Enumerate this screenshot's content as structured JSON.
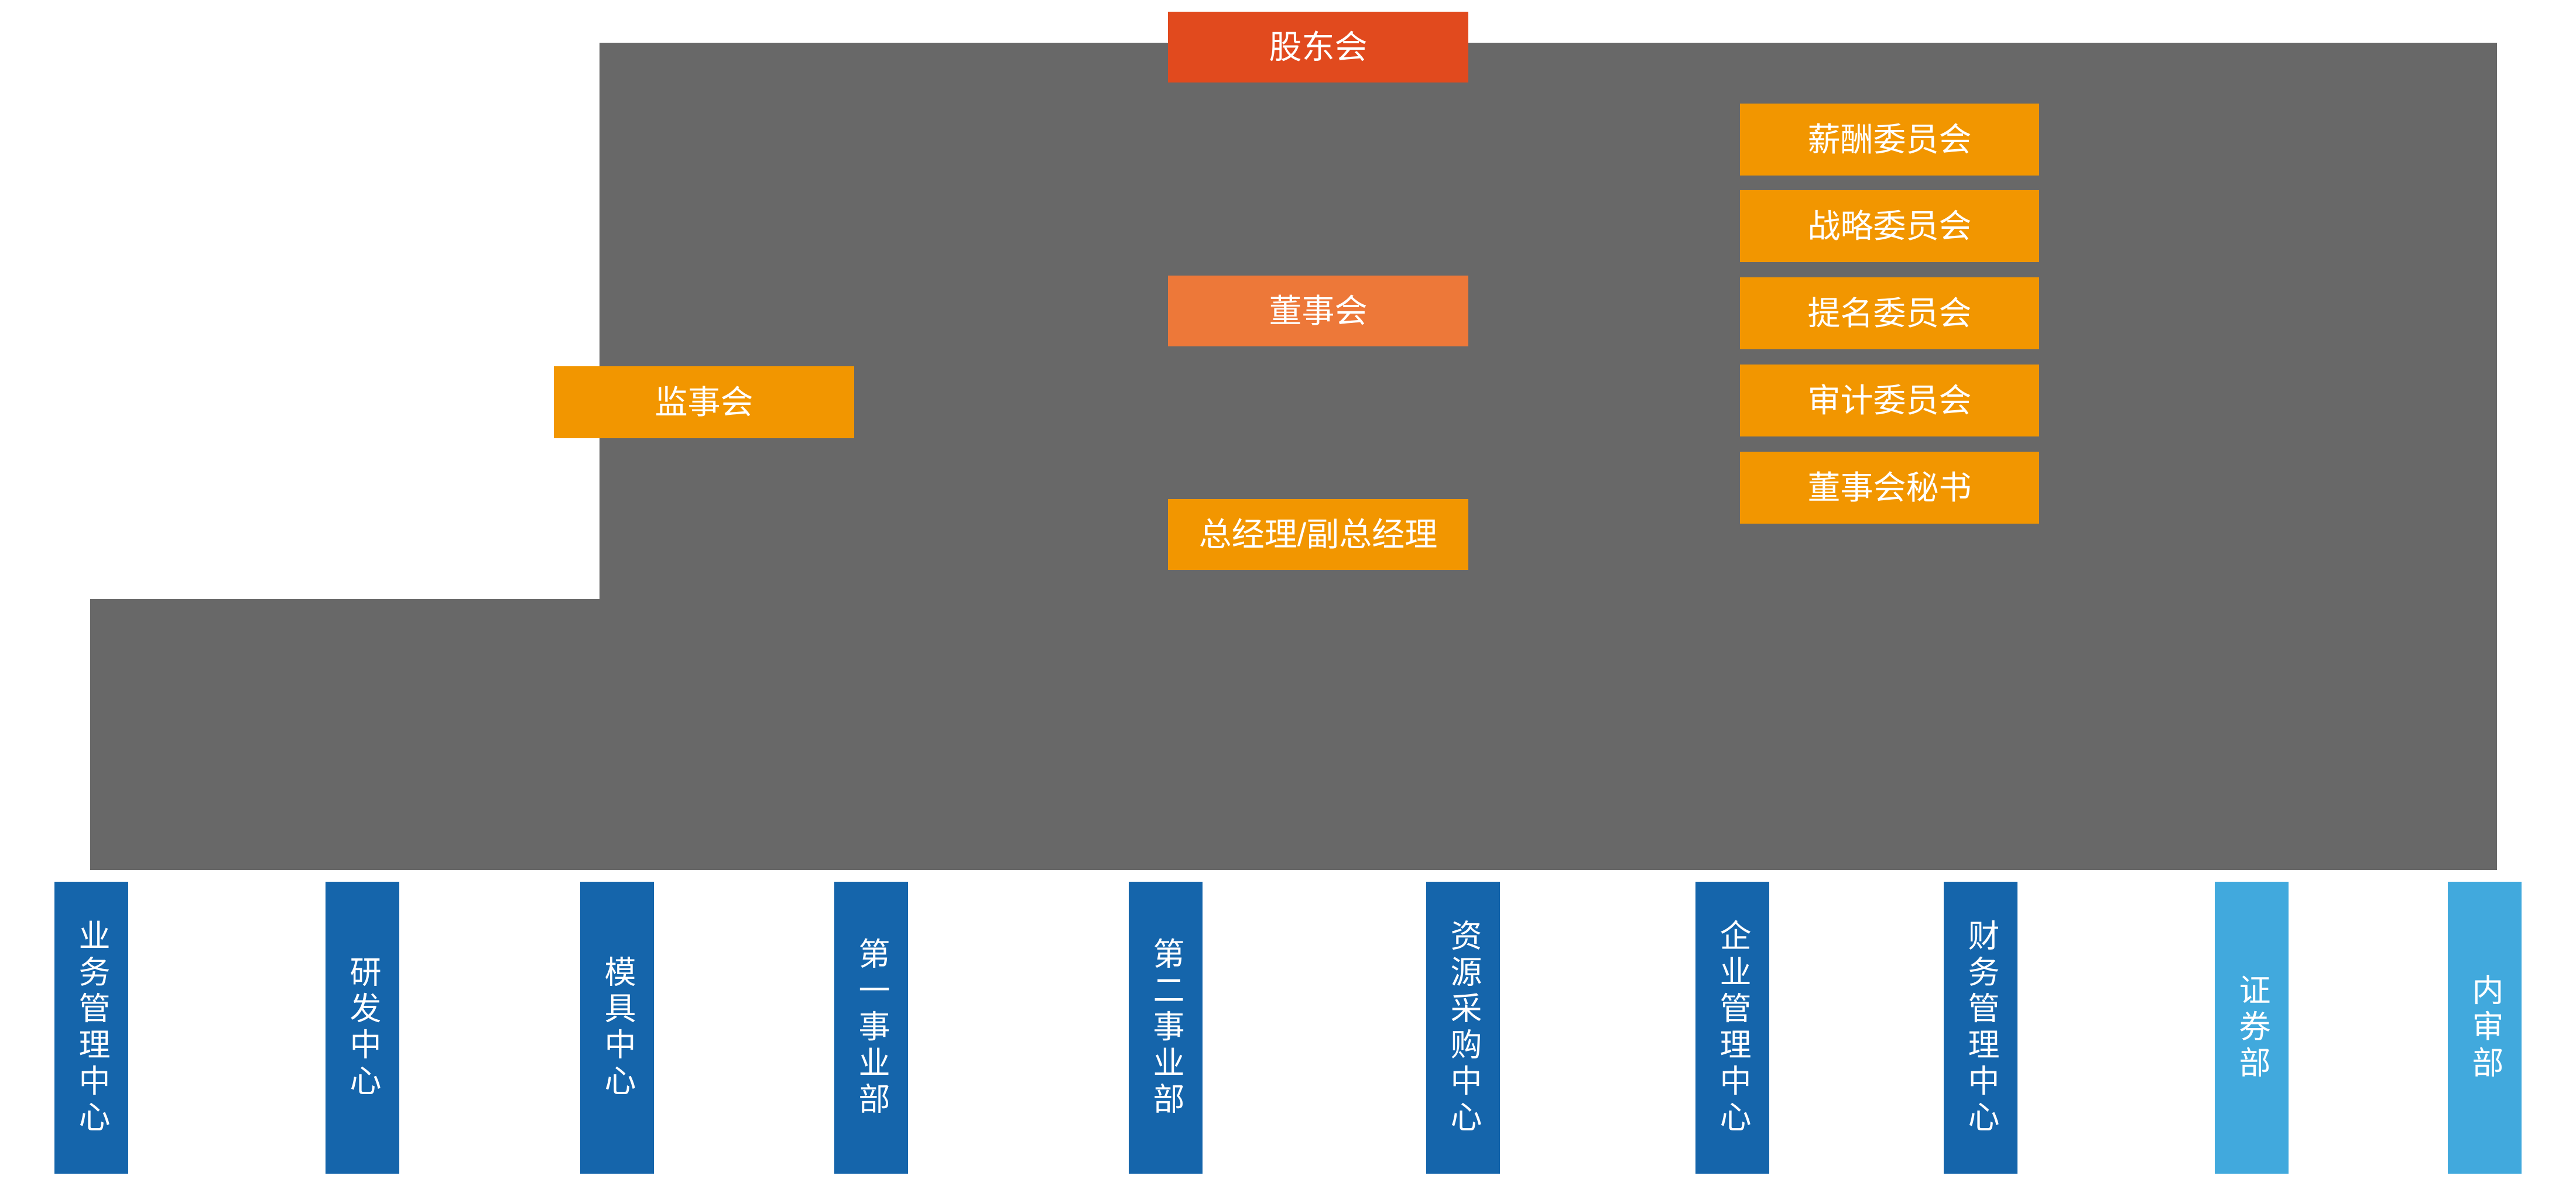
{
  "colors": {
    "shareholders_red": "#e14a1e",
    "board_coral": "#ed7839",
    "orange": "#f29600",
    "background_gray": "#686868",
    "department_dark_blue": "#1565ab",
    "department_light_blue": "#41a9dd",
    "text": "#ffffff"
  },
  "nodes": {
    "shareholders": {
      "label": "股东会"
    },
    "board": {
      "label": "董事会"
    },
    "supervisory": {
      "label": "监事会"
    },
    "general_manager": {
      "label": "总经理/副总经理"
    }
  },
  "committees": {
    "items": [
      {
        "label": "薪酬委员会"
      },
      {
        "label": "战略委员会"
      },
      {
        "label": "提名委员会"
      },
      {
        "label": "审计委员会"
      },
      {
        "label": "董事会秘书"
      }
    ]
  },
  "departments": {
    "items": [
      {
        "label": "业务管理中心",
        "tone": "dark"
      },
      {
        "label": "研发中心",
        "tone": "dark"
      },
      {
        "label": "模具中心",
        "tone": "dark"
      },
      {
        "label": "第一事业部",
        "tone": "dark"
      },
      {
        "label": "第二事业部",
        "tone": "dark"
      },
      {
        "label": "资源采购中心",
        "tone": "dark"
      },
      {
        "label": "企业管理中心",
        "tone": "dark"
      },
      {
        "label": "财务管理中心",
        "tone": "dark"
      },
      {
        "label": "证券部",
        "tone": "light"
      },
      {
        "label": "内审部",
        "tone": "light"
      }
    ]
  }
}
